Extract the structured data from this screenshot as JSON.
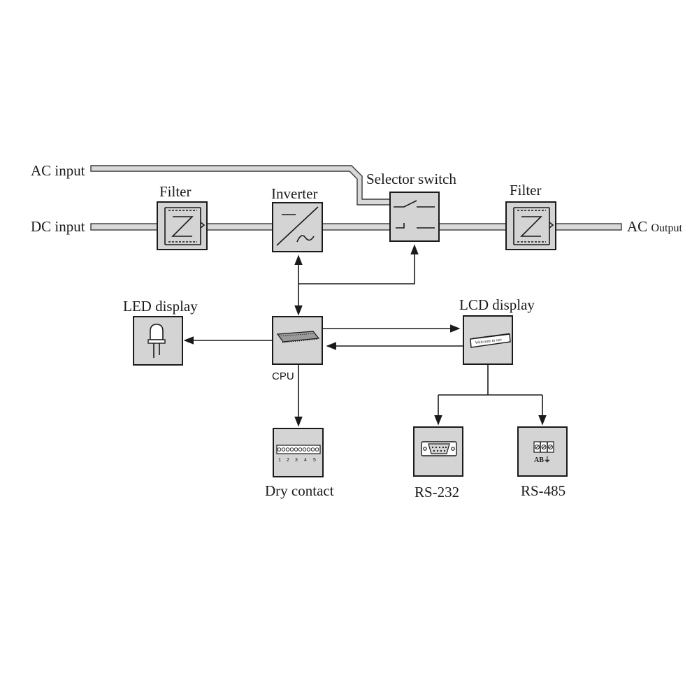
{
  "labels": {
    "ac_input": "AC input",
    "dc_input": "DC input",
    "filter_left": "Filter",
    "inverter": "Inverter",
    "selector_switch": "Selector switch",
    "filter_right": "Filter",
    "ac_output_main": "AC ",
    "ac_output_sub": "Output",
    "led_display": "LED display",
    "lcd_display": "LCD display",
    "cpu": "CPU",
    "dry_contact": "Dry contact",
    "rs232": "RS-232",
    "rs485": "RS-485"
  },
  "icon_text": {
    "lcd_screen": "Welcome to use",
    "rs485_terminals": "AB⏚",
    "dry_contact_pins": [
      "1",
      "2",
      "3",
      "4",
      "5"
    ]
  },
  "colors": {
    "box_fill": "#d4d4d4",
    "bus_fill": "#d9d9d9",
    "line": "#1a1a1a"
  }
}
